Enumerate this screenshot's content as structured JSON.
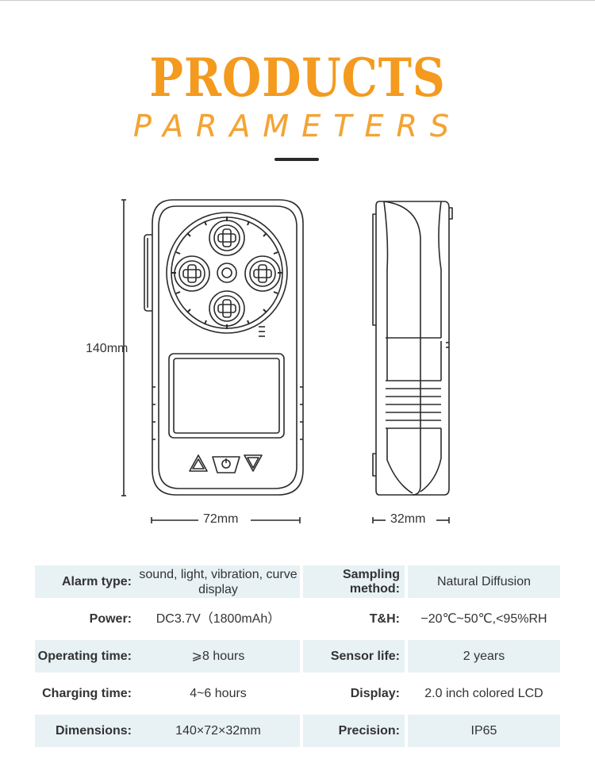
{
  "header": {
    "title_line1": "PRODUCTS",
    "title_line2": "PARAMETERS"
  },
  "dimensions": {
    "height": "140mm",
    "width": "72mm",
    "depth": "32mm"
  },
  "specs": [
    {
      "label_left": "Alarm type:",
      "value_left": "sound, light, vibration, curve display",
      "label_right": "Sampling method:",
      "value_right": "Natural Diffusion",
      "shaded": true
    },
    {
      "label_left": "Power:",
      "value_left": "DC3.7V（1800mAh）",
      "label_right": "T&H:",
      "value_right": "−20℃~50℃,<95%RH",
      "shaded": false
    },
    {
      "label_left": "Operating time:",
      "value_left": "⩾8 hours",
      "label_right": "Sensor life:",
      "value_right": "2 years",
      "shaded": true
    },
    {
      "label_left": "Charging time:",
      "value_left": "4~6 hours",
      "label_right": "Display:",
      "value_right": "2.0 inch colored LCD",
      "shaded": false
    },
    {
      "label_left": "Dimensions:",
      "value_left": "140×72×32mm",
      "label_right": "Precision:",
      "value_right": "IP65",
      "shaded": true
    }
  ],
  "colors": {
    "accent": "#f39a1f",
    "table_shade": "#e8f1f4",
    "line_art": "#2b2b2b"
  }
}
